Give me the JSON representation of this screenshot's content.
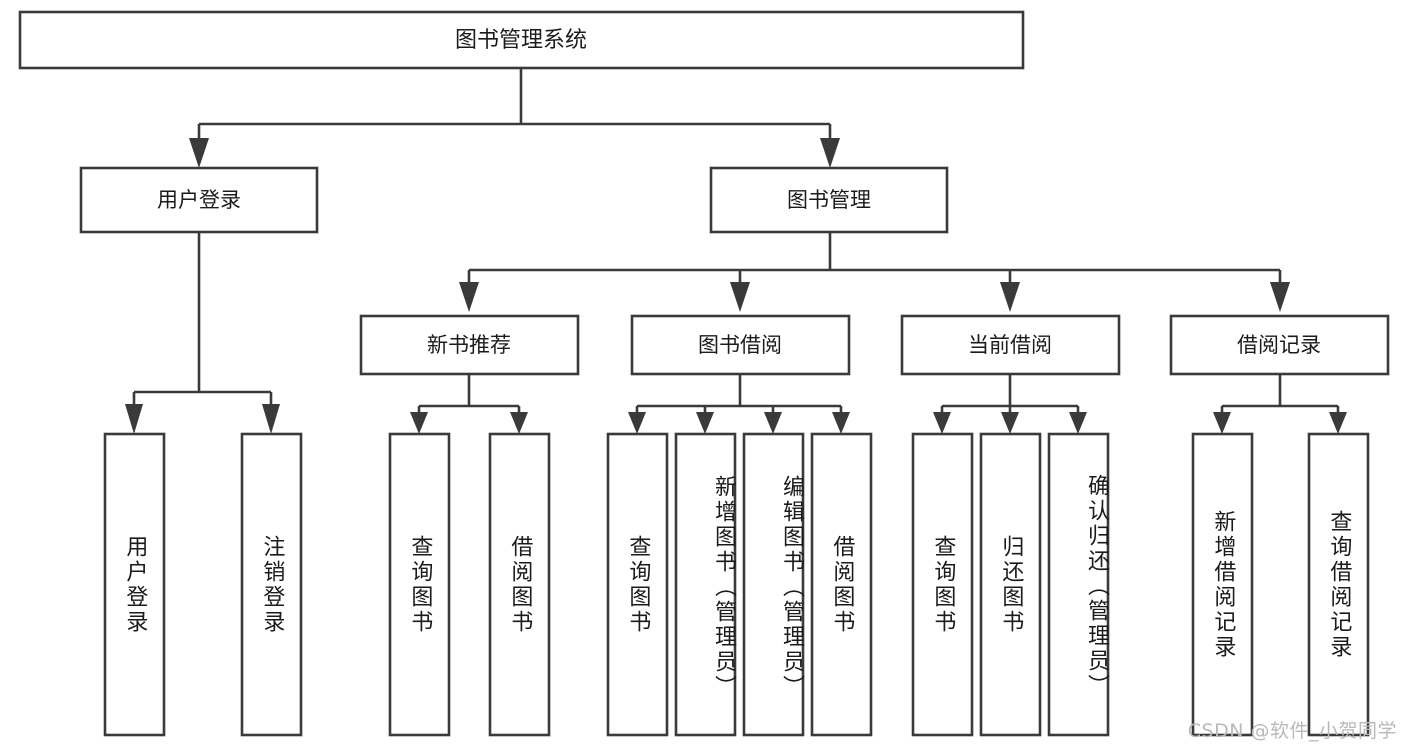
{
  "diagram": {
    "title": "图书管理系统",
    "type": "tree-hierarchy",
    "root": {
      "label": "图书管理系统"
    },
    "level2": [
      {
        "label": "用户登录"
      },
      {
        "label": "图书管理"
      }
    ],
    "level3": [
      {
        "label": "新书推荐"
      },
      {
        "label": "图书借阅"
      },
      {
        "label": "当前借阅"
      },
      {
        "label": "借阅记录"
      }
    ],
    "leaves": {
      "user_login": [
        {
          "label": "用户登录"
        },
        {
          "label": "注销登录"
        }
      ],
      "new_book_recommend": [
        {
          "label": "查询图书"
        },
        {
          "label": "借阅图书"
        }
      ],
      "book_borrow": [
        {
          "label": "查询图书"
        },
        {
          "label": "新增图书（管理员）"
        },
        {
          "label": "编辑图书（管理员）"
        },
        {
          "label": "借阅图书"
        }
      ],
      "current_borrow": [
        {
          "label": "查询图书"
        },
        {
          "label": "归还图书"
        },
        {
          "label": "确认归还（管理员）"
        }
      ],
      "borrow_record": [
        {
          "label": "新增借阅记录"
        },
        {
          "label": "查询借阅记录"
        }
      ]
    }
  },
  "watermark": {
    "text": "CSDN @软件_小贺同学"
  },
  "colors": {
    "box_stroke": "#3a3a3a",
    "box_fill": "#ffffff",
    "text": "#1b1b1b",
    "watermark": "#b9b9b9",
    "background": "#ffffff"
  }
}
